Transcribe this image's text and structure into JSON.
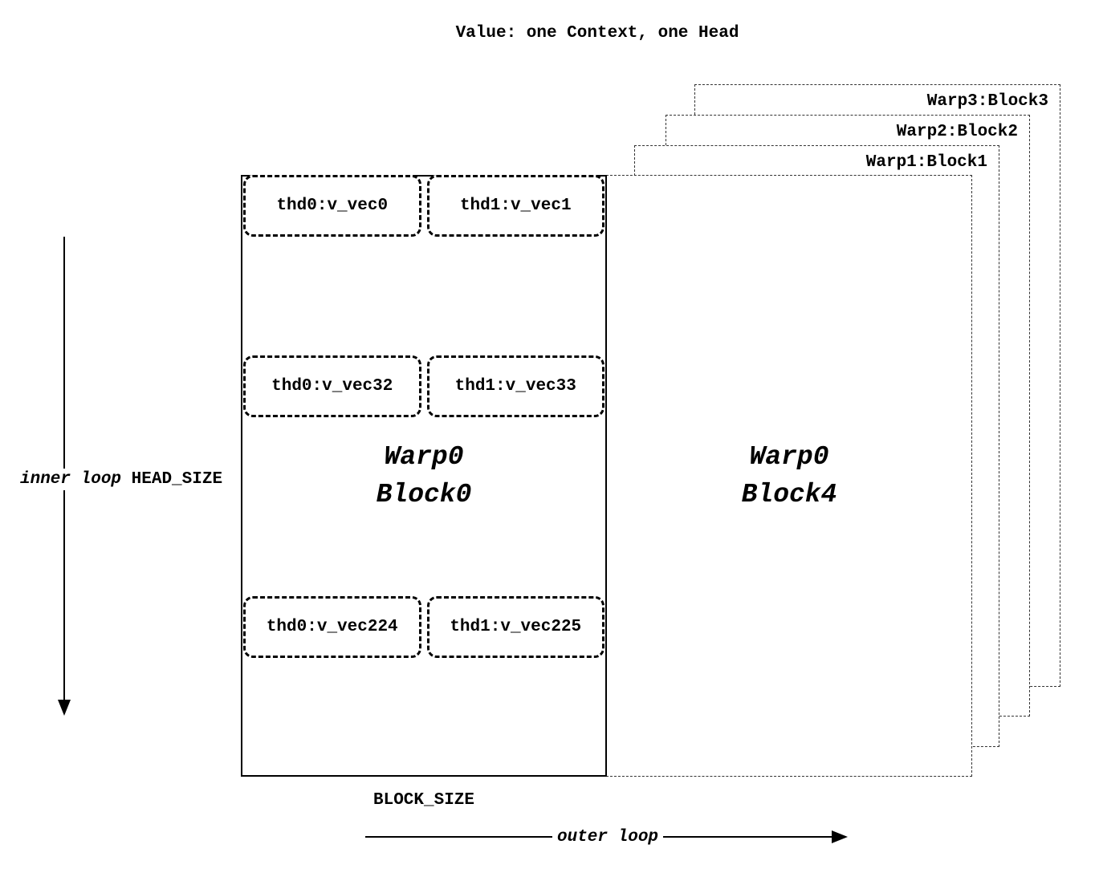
{
  "title": "Value: one Context, one Head",
  "colors": {
    "background": "#ffffff",
    "line": "#000000",
    "dashed_thin": "#333333"
  },
  "diagram": {
    "back_blocks": [
      {
        "label": "Warp3:Block3"
      },
      {
        "label": "Warp2:Block2"
      },
      {
        "label": "Warp1:Block1"
      }
    ],
    "block4": {
      "line1": "Warp0",
      "line2": "Block4"
    },
    "block0": {
      "line1": "Warp0",
      "line2": "Block0",
      "vec_rows": [
        {
          "cells": [
            "thd0:v_vec0",
            "thd1:v_vec1"
          ]
        },
        {
          "cells": [
            "thd0:v_vec32",
            "thd1:v_vec33"
          ]
        },
        {
          "cells": [
            "thd0:v_vec224",
            "thd1:v_vec225"
          ]
        }
      ]
    },
    "inner_loop_label": "inner loop",
    "head_size_label": "HEAD_SIZE",
    "block_size_label": "BLOCK_SIZE",
    "outer_loop_label": "outer loop"
  }
}
